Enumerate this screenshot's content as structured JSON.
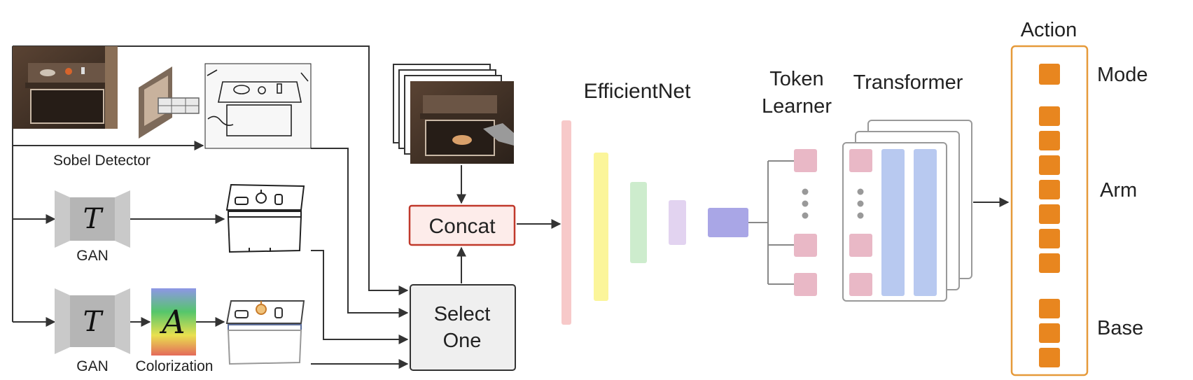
{
  "labels": {
    "sobel": "Sobel Detector",
    "gan_top": "GAN",
    "gan_bottom": "GAN",
    "colorization": "Colorization",
    "concat": "Concat",
    "select_line1": "Select",
    "select_line2": "One",
    "efficientnet": "EfficientNet",
    "token_line1": "Token",
    "token_line2": "Learner",
    "transformer": "Transformer",
    "action": "Action",
    "mode": "Mode",
    "arm": "Arm",
    "base": "Base"
  },
  "symbols": {
    "translator_top": "T",
    "translator_bottom": "T",
    "colorizer": "A"
  },
  "colors": {
    "concat_border": "#c0392b",
    "concat_fill": "#fdecea",
    "concat_text": "#b22222",
    "action_border": "#e69a3a",
    "action_token": "#e8861f",
    "token": "#e9b8c6",
    "efficient_layers": [
      "#f7c9c9",
      "#fbf59a",
      "#cdeccd",
      "#e2d3f0"
    ],
    "token_learner_in": "#a9a6e6",
    "transformer_bar": "#b8c9f0"
  },
  "icons": {
    "photo_scene": "kitchen-drawer-photo",
    "sobel_edges": "edge-map-image",
    "sketch": "line-sketch-image",
    "colored_sketch": "colored-sketch-image",
    "frame_stack": "image-frame-stack"
  }
}
